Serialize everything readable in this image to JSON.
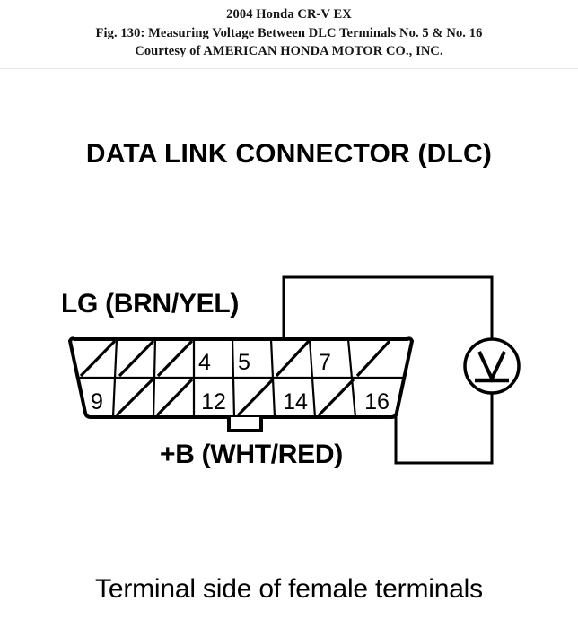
{
  "header": {
    "vehicle": "2004 Honda CR-V EX",
    "figure": "Fig. 130: Measuring Voltage Between DLC Terminals No. 5 & No. 16",
    "courtesy": "Courtesy of AMERICAN HONDA MOTOR CO., INC."
  },
  "figure": {
    "title": "DATA LINK CONNECTOR (DLC)",
    "caption": "Terminal side of female terminals"
  },
  "labels": {
    "upper_wire": "LG (BRN/YEL)",
    "lower_wire": "+B (WHT/RED)",
    "meter_symbol": "V"
  },
  "connector": {
    "name": "Data Link Connector (DLC)",
    "rows": [
      {
        "row": "top",
        "cells": [
          {
            "position": 1,
            "pin": "",
            "used": false
          },
          {
            "position": 2,
            "pin": "",
            "used": false
          },
          {
            "position": 3,
            "pin": "",
            "used": false
          },
          {
            "position": 4,
            "pin": "4",
            "used": true
          },
          {
            "position": 5,
            "pin": "5",
            "used": true
          },
          {
            "position": 6,
            "pin": "",
            "used": false
          },
          {
            "position": 7,
            "pin": "7",
            "used": true
          },
          {
            "position": 8,
            "pin": "",
            "used": false
          }
        ]
      },
      {
        "row": "bottom",
        "cells": [
          {
            "position": 1,
            "pin": "9",
            "used": true
          },
          {
            "position": 2,
            "pin": "",
            "used": false
          },
          {
            "position": 3,
            "pin": "",
            "used": false
          },
          {
            "position": 4,
            "pin": "12",
            "used": true
          },
          {
            "position": 5,
            "pin": "",
            "used": false
          },
          {
            "position": 6,
            "pin": "14",
            "used": true
          },
          {
            "position": 7,
            "pin": "",
            "used": false
          },
          {
            "position": 8,
            "pin": "16",
            "used": true
          }
        ]
      }
    ]
  },
  "measurement": {
    "meter_type": "voltmeter",
    "probe_positive_terminal": "16",
    "probe_negative_terminal": "5"
  },
  "colors": {
    "ink": "#000000",
    "header_ink": "#151515",
    "rule": "#e8e8ea",
    "page": "#ffffff"
  }
}
